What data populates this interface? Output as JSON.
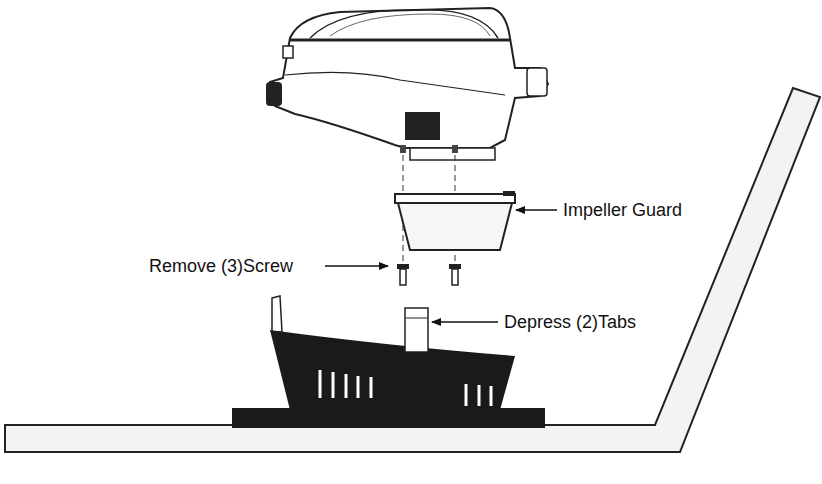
{
  "diagram": {
    "labels": [
      "Impeller Guard",
      "Remove (3)Screw",
      "Depress (2)Tabs"
    ]
  }
}
